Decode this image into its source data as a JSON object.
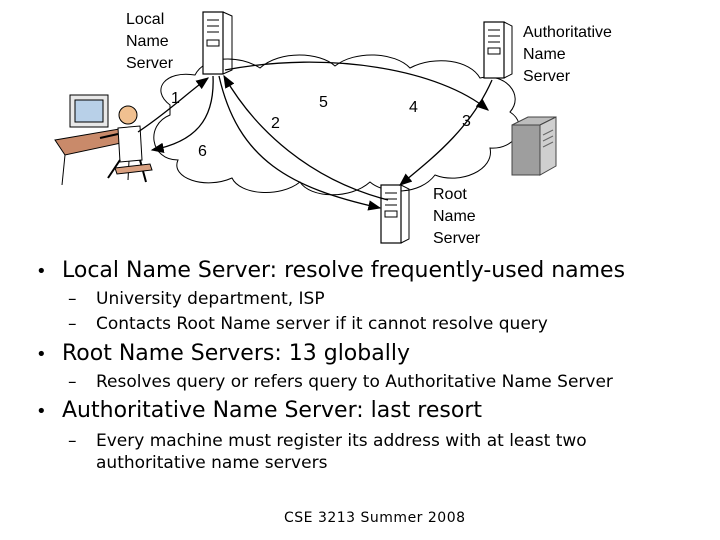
{
  "diagram": {
    "labels": {
      "local_server": [
        "Local",
        "Name",
        "Server"
      ],
      "auth_server": [
        "Authoritative",
        "Name",
        "Server"
      ],
      "root_server": [
        "Root",
        "Name",
        "Server"
      ]
    },
    "steps": [
      "1",
      "2",
      "3",
      "4",
      "5",
      "6"
    ],
    "colors": {
      "line": "#000000",
      "server_body": "#ffffff",
      "desk": "#c98a6a",
      "user_skin": "#f0c090",
      "shirt": "#ffffff"
    }
  },
  "bullets": {
    "local": {
      "title": "Local Name Server:  resolve frequently-used names",
      "subs": [
        "University department, ISP",
        "Contacts Root Name server if it cannot resolve query"
      ]
    },
    "root": {
      "title": "Root Name Servers:  13 globally",
      "subs": [
        "Resolves query or refers query to Authoritative Name Server"
      ]
    },
    "auth": {
      "title": "Authoritative Name Server:  last resort",
      "subs": [
        "Every machine must register its address with at least two",
        "authoritative name servers"
      ]
    },
    "bullet_glyph": "•",
    "dash_glyph": "–"
  },
  "footer": "CSE 3213 Summer 2008"
}
